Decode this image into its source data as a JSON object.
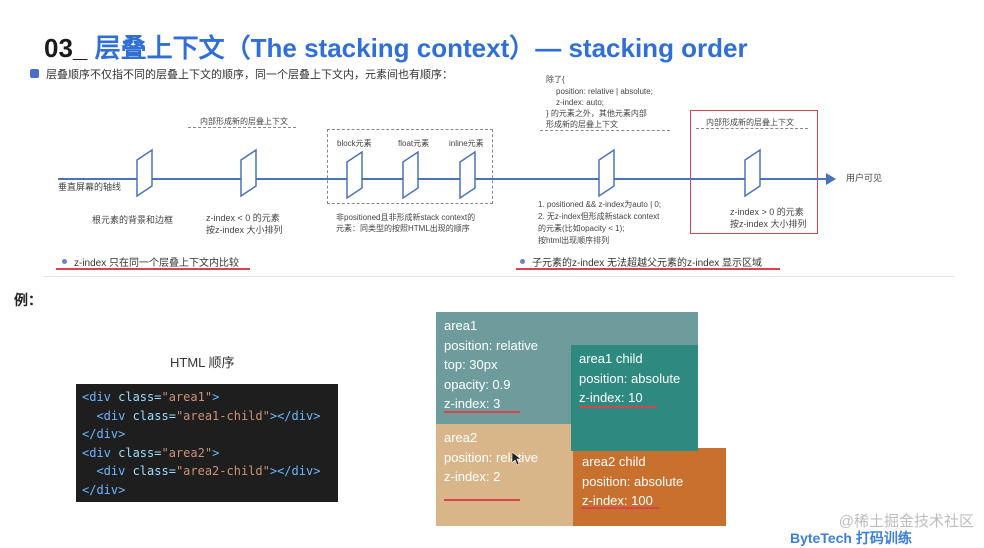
{
  "slide": {
    "title_num": "03_",
    "title_text": "层叠上下文（The stacking context）— stacking order",
    "intro": "层叠顺序不仅指不同的层叠上下文的顺序，同一个层叠上下文内，元素间也有顺序：",
    "axis_label": "垂直屏幕的轴线",
    "user_visible": "用户可见",
    "box_left_label": "内部形成新的层叠上下文",
    "box_right_label": "内部形成新的层叠上下文",
    "label_bg": "根元素的背景和边框",
    "label_neg_1": "z-index < 0 的元素",
    "label_neg_2": "按z-index 大小排列",
    "inline_labels": [
      "block元素",
      "float元素",
      "inline元素"
    ],
    "non_positioned_1": "非positioned且非形成新stack context的",
    "non_positioned_2": "元素：同类型的按照HTML出现的顺序",
    "except_lines": [
      "除了{",
      "position: relative | absolute;",
      "z-index: auto;",
      "} 的元素之外，其他元素内部",
      "形成新的层叠上下文"
    ],
    "zero_lines": [
      "1. positioned && z-index为auto | 0;",
      "2. 无z-index但形成新stack context",
      "的元素(比如opacity < 1);",
      "按html出现顺序排列"
    ],
    "pos_1": "z-index > 0 的元素",
    "pos_2": "按z-index 大小排列",
    "note_left": "z-index 只在同一个层叠上下文内比较",
    "note_right": "子元素的z-index 无法超越父元素的z-index 显示区域",
    "example_label": "例：",
    "html_order_label": "HTML 顺序",
    "code": {
      "l1_open": "<div ",
      "l1_attr": "class=",
      "l1_val": "\"area1\"",
      "l1_close": ">",
      "l2_open": "  <div ",
      "l2_attr": "class=",
      "l2_val": "\"area1-child\"",
      "l2_close": "></div>",
      "l3": "</div>",
      "l4_open": "<div ",
      "l4_attr": "class=",
      "l4_val": "\"area2\"",
      "l4_close": ">",
      "l5_open": "  <div ",
      "l5_attr": "class=",
      "l5_val": "\"area2-child\"",
      "l5_close": "></div>",
      "l6": "</div>"
    },
    "area1": [
      "area1",
      "position: relative",
      "top: 30px",
      "opacity: 0.9",
      "z-index: 3"
    ],
    "area1_child": [
      "area1 child",
      "position: absolute",
      "z-index: 10"
    ],
    "area2": [
      "area2",
      "position: relative",
      "z-index: 2"
    ],
    "area2_child": [
      "area2 child",
      "position: absolute",
      "z-index: 100"
    ],
    "watermark": "@稀土掘金技术社区",
    "logo": "ByteTech 打码训练"
  },
  "colors": {
    "title_blue": "#2f6fd6",
    "area1": "#6e9c9c",
    "area1_child": "#2e8a80",
    "area2": "#d8b68a",
    "area2_child": "#c8702e",
    "underline": "#d9434b"
  },
  "icons": [
    "layer-plane-icon",
    "axis-arrow-icon",
    "bullet-icon"
  ]
}
